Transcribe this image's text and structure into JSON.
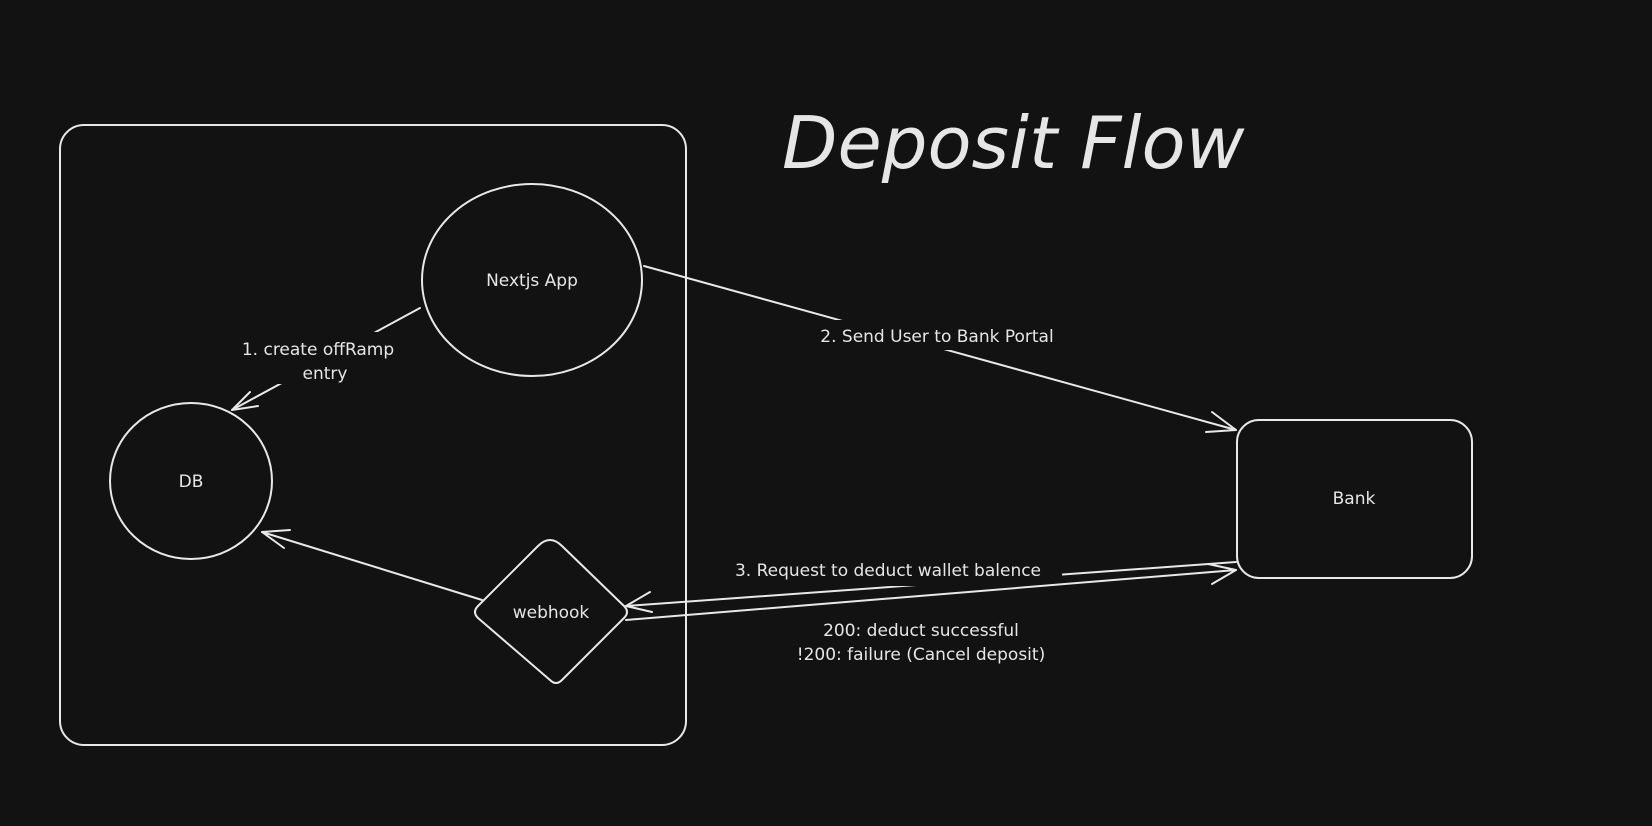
{
  "title": "Deposit Flow",
  "nodes": {
    "nextjs_app": "Nextjs App",
    "db": "DB",
    "webhook": "webhook",
    "bank": "Bank"
  },
  "edges": {
    "create_entry": [
      "1. create offRamp",
      "entry"
    ],
    "send_to_bank": "2. Send User to Bank Portal",
    "deduct_request": "3. Request to deduct wallet balence",
    "response": [
      "200: deduct successful",
      "!200: failure (Cancel deposit)"
    ]
  },
  "colors": {
    "background": "#121212",
    "stroke": "#e8e8e8",
    "text": "#e6e6e6"
  }
}
